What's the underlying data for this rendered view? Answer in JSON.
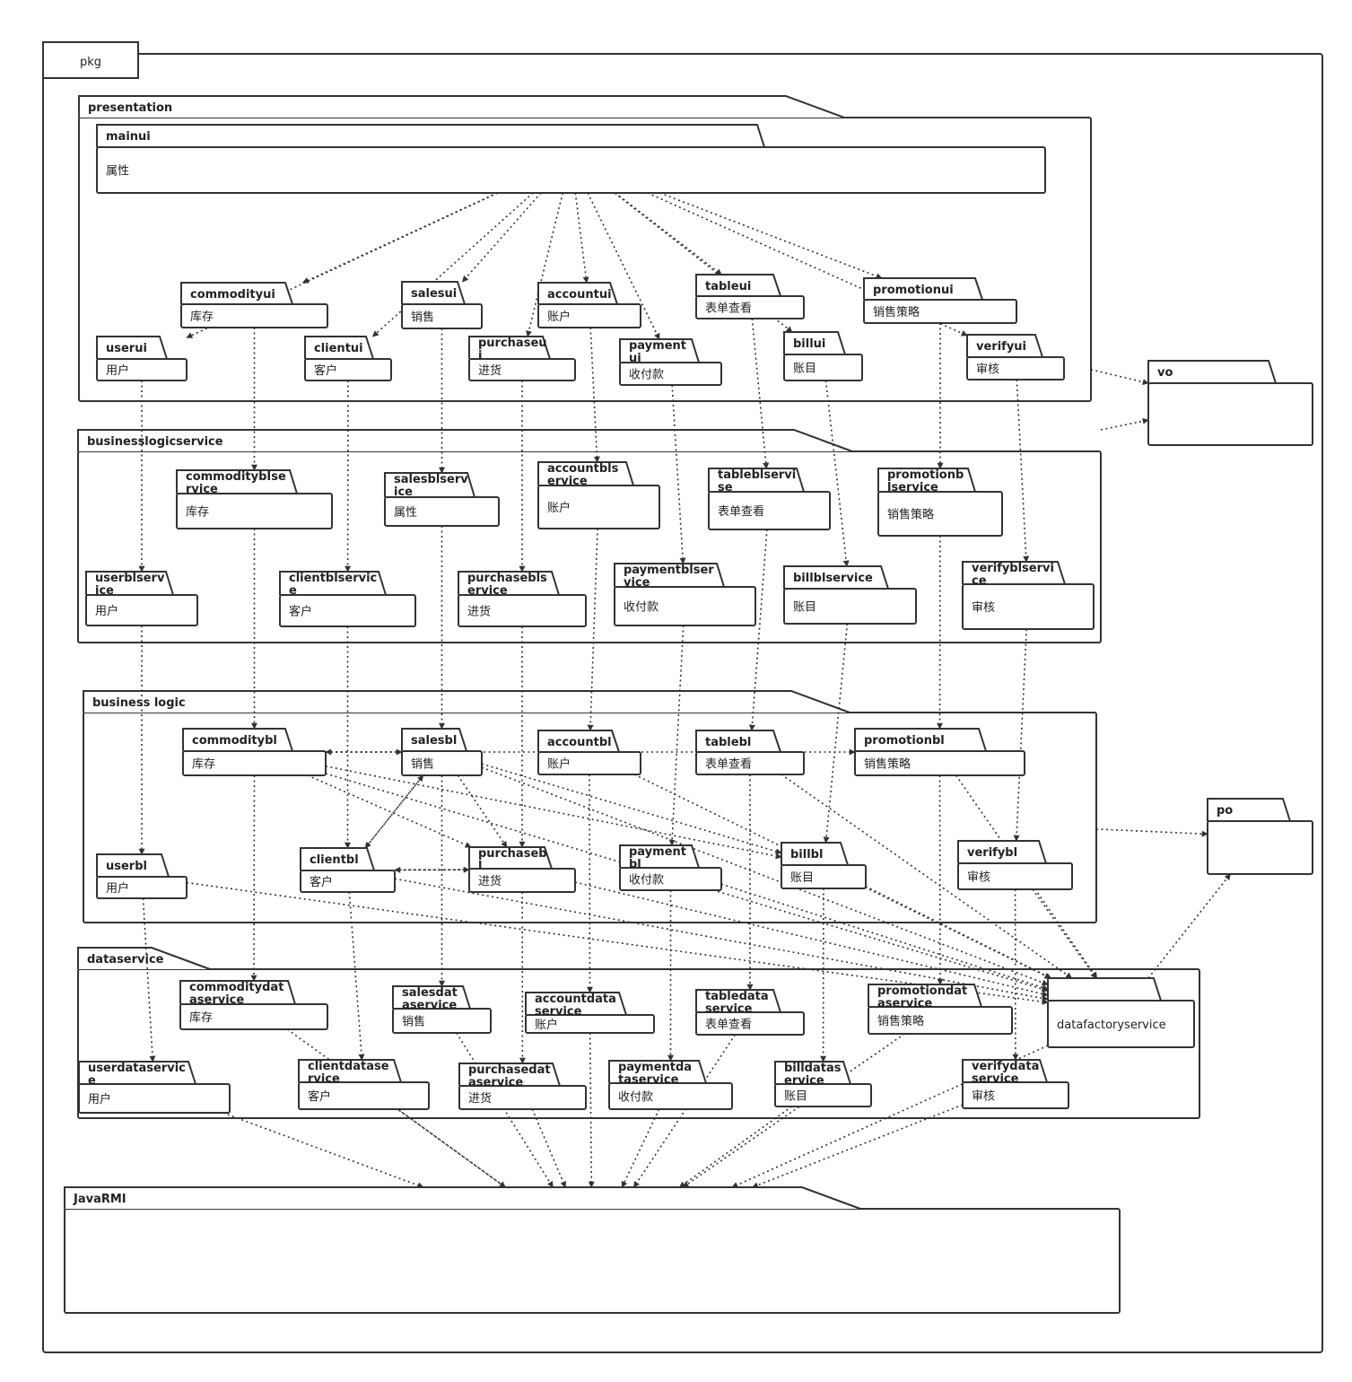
{
  "frame": {
    "label": "pkg"
  },
  "layers": [
    {
      "id": "presentation",
      "name": "presentation"
    },
    {
      "id": "businesslogicservice",
      "name": "businesslogicservice"
    },
    {
      "id": "businesslogic",
      "name": "business logic"
    },
    {
      "id": "dataservice",
      "name": "dataservice"
    },
    {
      "id": "javarmi",
      "name": "JavaRMI"
    }
  ],
  "packages": [
    {
      "id": "mainui",
      "name": "mainui",
      "body": "属性"
    },
    {
      "id": "userui",
      "name": "userui",
      "body": "用户"
    },
    {
      "id": "commodityui",
      "name": "commodityui",
      "body": "库存"
    },
    {
      "id": "clientui",
      "name": "clientui",
      "body": "客户"
    },
    {
      "id": "salesui",
      "name": "salesui",
      "body": "销售"
    },
    {
      "id": "purchaseui",
      "name": "purchaseu\ni",
      "body": "进货"
    },
    {
      "id": "accountui",
      "name": "accountui",
      "body": "账户"
    },
    {
      "id": "paymentui",
      "name": "payment\nui",
      "body": "收付款"
    },
    {
      "id": "tableui",
      "name": "tableui",
      "body": "表单查看"
    },
    {
      "id": "billui",
      "name": "billui",
      "body": "账目"
    },
    {
      "id": "promotionui",
      "name": "promotionui",
      "body": "销售策略"
    },
    {
      "id": "verifyui",
      "name": "verifyui",
      "body": "审核"
    },
    {
      "id": "vo",
      "name": "vo",
      "body": ""
    },
    {
      "id": "userblservice",
      "name": "userblserv\nice",
      "body": "用户"
    },
    {
      "id": "commodityblservice",
      "name": "commoditybIse\nrvice",
      "body": "库存"
    },
    {
      "id": "clientblservice",
      "name": "clientblservic\ne",
      "body": "客户"
    },
    {
      "id": "salesblservice",
      "name": "salesblserv\nice",
      "body": "属性"
    },
    {
      "id": "purchaseblservice",
      "name": "purchasebls\nervice",
      "body": "进货"
    },
    {
      "id": "accountblservice",
      "name": "accountbls\nervice",
      "body": "账户"
    },
    {
      "id": "paymentblservice",
      "name": "paymentblser\nvice",
      "body": "收付款"
    },
    {
      "id": "tableblservice",
      "name": "tableblservi\nse",
      "body": "表单查看"
    },
    {
      "id": "billblservice",
      "name": "billblservice",
      "body": "账目"
    },
    {
      "id": "promotionblservice",
      "name": "promotionb\nlservice",
      "body": "销售策略"
    },
    {
      "id": "verifyblservice",
      "name": "verifyblservi\nce",
      "body": "审核"
    },
    {
      "id": "userbl",
      "name": "userbl",
      "body": "用户"
    },
    {
      "id": "commoditybl",
      "name": "commoditybl",
      "body": "库存"
    },
    {
      "id": "clientbl",
      "name": "clientbl",
      "body": "客户"
    },
    {
      "id": "salesbl",
      "name": "salesbl",
      "body": "销售"
    },
    {
      "id": "purchasebl",
      "name": "purchaseb\nl",
      "body": "进货"
    },
    {
      "id": "accountbl",
      "name": "accountbl",
      "body": "账户"
    },
    {
      "id": "paymentbl",
      "name": "payment\nbl",
      "body": "收付款"
    },
    {
      "id": "tablebl",
      "name": "tablebl",
      "body": "表单查看"
    },
    {
      "id": "billbl",
      "name": "billbl",
      "body": "账目"
    },
    {
      "id": "promotionbl",
      "name": "promotionbl",
      "body": "销售策略"
    },
    {
      "id": "verifybl",
      "name": "verifybl",
      "body": "审核"
    },
    {
      "id": "po",
      "name": "po",
      "body": ""
    },
    {
      "id": "userdataservice",
      "name": "userdataservic\ne",
      "body": "用户"
    },
    {
      "id": "commoditydataservice",
      "name": "commoditydat\naservice",
      "body": "库存"
    },
    {
      "id": "clientdataservice",
      "name": "clientdatase\nrvice",
      "body": "客户"
    },
    {
      "id": "salesdataservice",
      "name": "salesdat\naservice",
      "body": "销售"
    },
    {
      "id": "purchasedataservice",
      "name": "purchasedat\naservice",
      "body": "进货"
    },
    {
      "id": "accountdataservice",
      "name": "accountdata\nservice",
      "body": "账户"
    },
    {
      "id": "paymentdataservice",
      "name": "paymentda\ntaservice",
      "body": "收付款"
    },
    {
      "id": "tabledataservice",
      "name": "tabledata\nservice",
      "body": "表单查看"
    },
    {
      "id": "billdataservice",
      "name": "billdatas\nervice",
      "body": "账目"
    },
    {
      "id": "promotiondataservice",
      "name": "promotiondat\naservice",
      "body": "销售策略"
    },
    {
      "id": "verifydataservice",
      "name": "verifydata\nservice",
      "body": "审核"
    },
    {
      "id": "datafactoryservice",
      "name": "",
      "body": "datafactoryservice"
    }
  ],
  "dependencies": [
    [
      "mainui",
      "userui"
    ],
    [
      "mainui",
      "commodityui"
    ],
    [
      "mainui",
      "clientui"
    ],
    [
      "mainui",
      "salesui"
    ],
    [
      "mainui",
      "purchaseui"
    ],
    [
      "mainui",
      "accountui"
    ],
    [
      "mainui",
      "paymentui"
    ],
    [
      "mainui",
      "tableui"
    ],
    [
      "mainui",
      "billui"
    ],
    [
      "mainui",
      "promotionui"
    ],
    [
      "mainui",
      "verifyui"
    ],
    [
      "presentation",
      "vo"
    ],
    [
      "businesslogicservice",
      "vo"
    ],
    [
      "userui",
      "userblservice"
    ],
    [
      "commodityui",
      "commodityblservice"
    ],
    [
      "clientui",
      "clientblservice"
    ],
    [
      "salesui",
      "salesblservice"
    ],
    [
      "purchaseui",
      "purchaseblservice"
    ],
    [
      "accountui",
      "accountblservice"
    ],
    [
      "paymentui",
      "paymentblservice"
    ],
    [
      "tableui",
      "tableblservice"
    ],
    [
      "billui",
      "billblservice"
    ],
    [
      "promotionui",
      "promotionblservice"
    ],
    [
      "verifyui",
      "verifyblservice"
    ],
    [
      "userblservice",
      "userbl"
    ],
    [
      "commodityblservice",
      "commoditybl"
    ],
    [
      "clientblservice",
      "clientbl"
    ],
    [
      "salesblservice",
      "salesbl"
    ],
    [
      "purchaseblservice",
      "purchasebl"
    ],
    [
      "accountblservice",
      "accountbl"
    ],
    [
      "paymentblservice",
      "paymentbl"
    ],
    [
      "tableblservice",
      "tablebl"
    ],
    [
      "billblservice",
      "billbl"
    ],
    [
      "promotionblservice",
      "promotionbl"
    ],
    [
      "verifyblservice",
      "verifybl"
    ],
    [
      "salesbl",
      "commoditybl"
    ],
    [
      "commoditybl",
      "salesbl"
    ],
    [
      "salesbl",
      "clientbl"
    ],
    [
      "clientbl",
      "salesbl"
    ],
    [
      "salesbl",
      "purchasebl"
    ],
    [
      "commoditybl",
      "purchasebl"
    ],
    [
      "clientbl",
      "purchasebl"
    ],
    [
      "purchasebl",
      "clientbl"
    ],
    [
      "commoditybl",
      "billbl"
    ],
    [
      "salesbl",
      "billbl"
    ],
    [
      "commoditybl",
      "promotionbl"
    ],
    [
      "businesslogic",
      "po"
    ],
    [
      "userbl",
      "datafactoryservice"
    ],
    [
      "commoditybl",
      "datafactoryservice"
    ],
    [
      "clientbl",
      "datafactoryservice"
    ],
    [
      "salesbl",
      "datafactoryservice"
    ],
    [
      "purchasebl",
      "datafactoryservice"
    ],
    [
      "accountbl",
      "datafactoryservice"
    ],
    [
      "paymentbl",
      "datafactoryservice"
    ],
    [
      "tablebl",
      "datafactoryservice"
    ],
    [
      "billbl",
      "datafactoryservice"
    ],
    [
      "promotionbl",
      "datafactoryservice"
    ],
    [
      "verifybl",
      "datafactoryservice"
    ],
    [
      "userbl",
      "userdataservice"
    ],
    [
      "commoditybl",
      "commoditydataservice"
    ],
    [
      "clientbl",
      "clientdataservice"
    ],
    [
      "salesbl",
      "salesdataservice"
    ],
    [
      "purchasebl",
      "purchasedataservice"
    ],
    [
      "accountbl",
      "accountdataservice"
    ],
    [
      "paymentbl",
      "paymentdataservice"
    ],
    [
      "tablebl",
      "tabledataservice"
    ],
    [
      "billbl",
      "billdataservice"
    ],
    [
      "promotionbl",
      "promotiondataservice"
    ],
    [
      "verifybl",
      "verifydataservice"
    ],
    [
      "datafactoryservice",
      "po"
    ],
    [
      "userdataservice",
      "javarmi"
    ],
    [
      "commoditydataservice",
      "javarmi"
    ],
    [
      "clientdataservice",
      "javarmi"
    ],
    [
      "salesdataservice",
      "javarmi"
    ],
    [
      "purchasedataservice",
      "javarmi"
    ],
    [
      "accountdataservice",
      "javarmi"
    ],
    [
      "paymentdataservice",
      "javarmi"
    ],
    [
      "tabledataservice",
      "javarmi"
    ],
    [
      "billdataservice",
      "javarmi"
    ],
    [
      "promotiondataservice",
      "javarmi"
    ],
    [
      "verifydataservice",
      "javarmi"
    ],
    [
      "datafactoryservice",
      "javarmi"
    ]
  ]
}
